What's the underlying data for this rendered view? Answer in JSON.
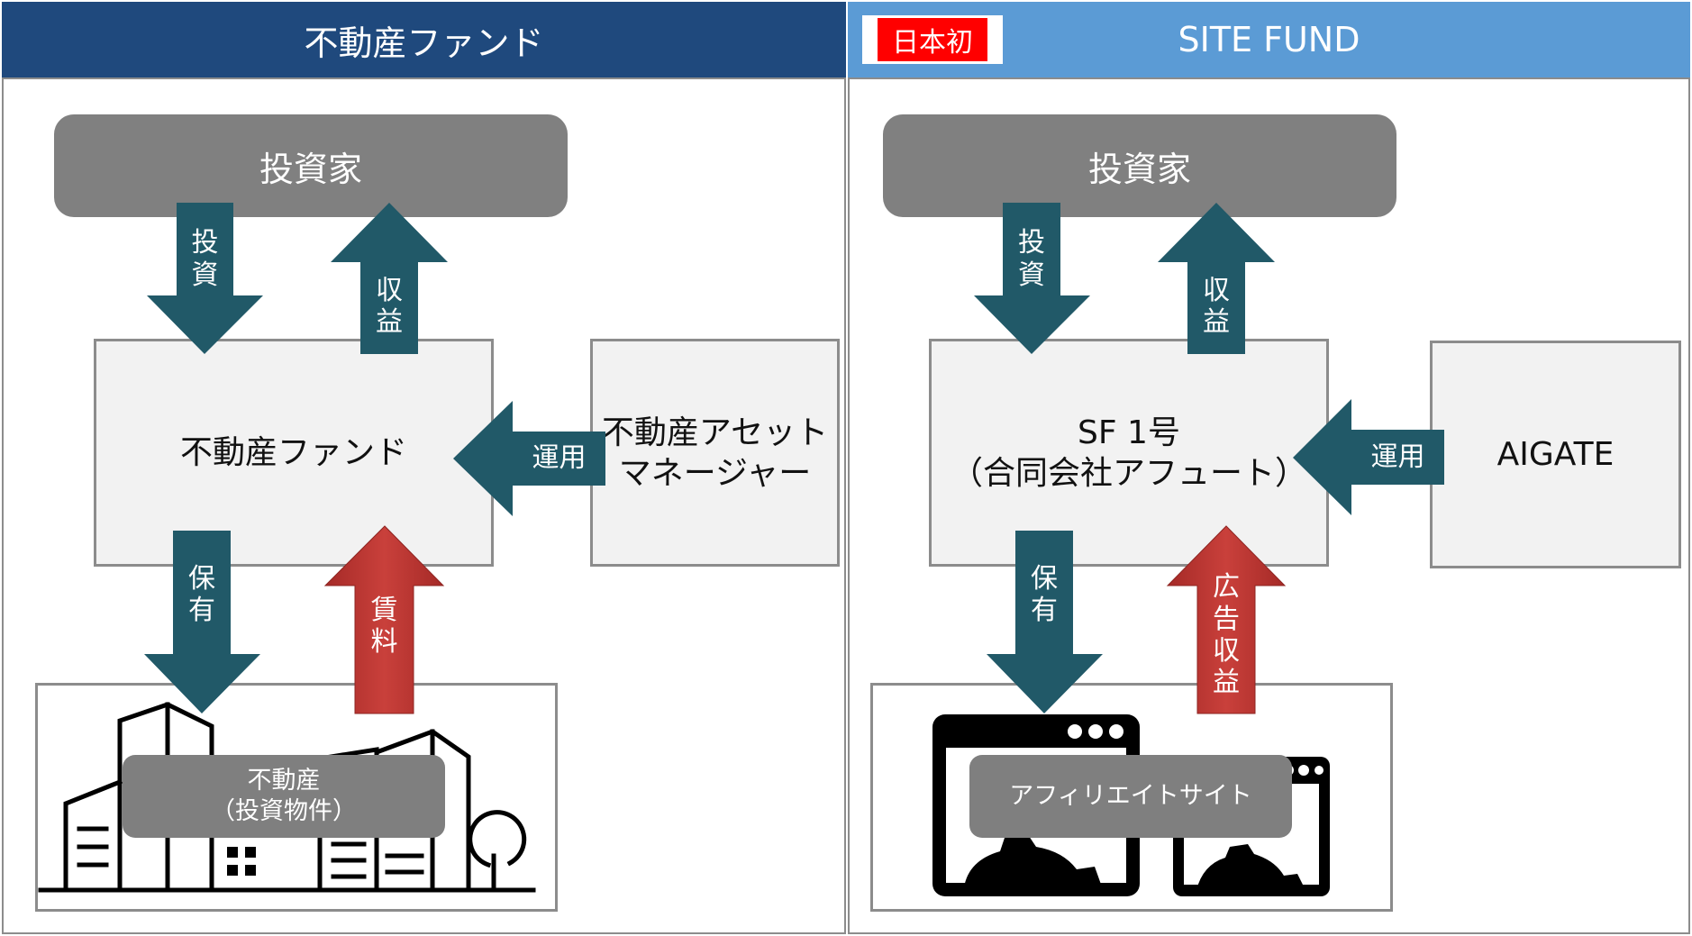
{
  "left": {
    "header": "不動産ファンド",
    "investor": "投資家",
    "invest_label": "投資",
    "return_label": "収益",
    "fund": "不動産ファンド",
    "manage_label": "運用",
    "manager_line1": "不動産アセット",
    "manager_line2": "マネージャー",
    "hold_label": "保有",
    "income_label": "賃料",
    "asset_line1": "不動産",
    "asset_line2": "（投資物件）"
  },
  "right": {
    "badge": "日本初",
    "header": "SITE FUND",
    "investor": "投資家",
    "invest_label": "投資",
    "return_label": "収益",
    "fund_line1": "SF 1号",
    "fund_line2": "（合同会社アフュート）",
    "manage_label": "運用",
    "manager": "AIGATE",
    "hold_label": "保有",
    "income_label": "広告収益",
    "asset": "アフィリエイトサイト"
  },
  "colors": {
    "left_header": "#1f497d",
    "right_header": "#5b9bd5",
    "teal_arrow": "#215968",
    "red_arrow": "#be3a36",
    "badge_red": "#ff0000"
  },
  "icons": {
    "left_asset": "buildings-icon",
    "right_asset": "browser-window-gear-icon"
  }
}
